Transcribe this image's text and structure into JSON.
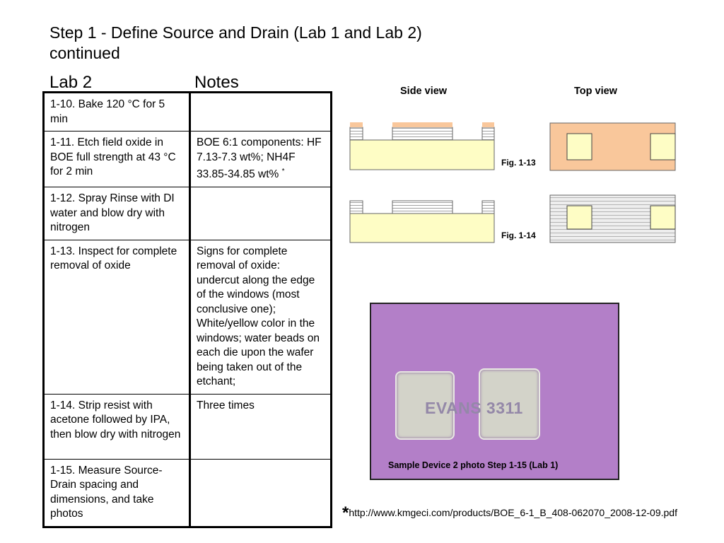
{
  "title_line1": "Step 1 - Define Source and Drain (Lab 1 and Lab 2)",
  "title_line2": "continued",
  "table": {
    "col1_header": "Lab 2",
    "col2_header": "Notes",
    "rows": [
      {
        "step": "1-10. Bake 120 °C for 5 min",
        "note": ""
      },
      {
        "step": "1-11. Etch field oxide in BOE full strength at 43 °C for 2 min",
        "note": "BOE 6:1 components: HF 7.13-7.3 wt%; NH4F 33.85-34.85 wt%",
        "note_mark": "*"
      },
      {
        "step": "1-12. Spray Rinse with DI water and blow dry with nitrogen",
        "note": ""
      },
      {
        "step": "1-13. Inspect for complete removal of oxide",
        "note": "Signs for complete removal of oxide: undercut along the edge of the windows (most conclusive one); White/yellow color in the windows; water beads on each die upon the wafer being taken out of the etchant;"
      },
      {
        "step": "1-14. Strip resist with acetone followed by IPA, then blow dry with nitrogen",
        "note": "Three times"
      },
      {
        "step": "1-15.  Measure Source-Drain spacing and dimensions, and take photos",
        "note": ""
      }
    ]
  },
  "figures": {
    "side_view_label": "Side view",
    "top_view_label": "Top view",
    "fig13_label": "Fig. 1-13",
    "fig14_label": "Fig. 1-14",
    "colors": {
      "substrate": "#fefdc5",
      "resist": "#f9c79b",
      "oxide_line": "#8a8a8a"
    }
  },
  "photo": {
    "watermark": "EVANS 3311",
    "caption": "Sample Device 2 photo Step 1-15 (Lab 1)",
    "background": "#b37fc8"
  },
  "footnote": {
    "mark": "*",
    "url": "http://www.kmgeci.com/products/BOE_6-1_B_408-062070_2008-12-09.pdf"
  }
}
